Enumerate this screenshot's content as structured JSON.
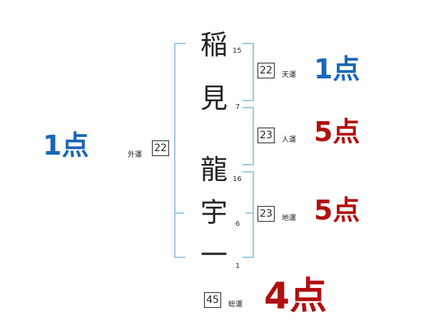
{
  "name_chars": [
    {
      "char": "稲",
      "strokes": "15"
    },
    {
      "char": "見",
      "strokes": "7"
    },
    {
      "char": "龍",
      "strokes": "16"
    },
    {
      "char": "宇",
      "strokes": "6"
    },
    {
      "char": "一",
      "strokes": "1"
    }
  ],
  "fortunes": {
    "tenkaku": {
      "label": "天運",
      "value": "22",
      "score": "1点"
    },
    "jinkaku": {
      "label": "人運",
      "value": "23",
      "score": "5点"
    },
    "chikaku": {
      "label": "地運",
      "value": "23",
      "score": "5点"
    },
    "gaikaku": {
      "label": "外運",
      "value": "22",
      "score": "1点"
    },
    "soukaku": {
      "label": "総運",
      "value": "45",
      "score": "4点"
    }
  },
  "colors": {
    "bracket": "#9cc8e8",
    "good": "#b01010",
    "bad": "#1a66b8"
  }
}
